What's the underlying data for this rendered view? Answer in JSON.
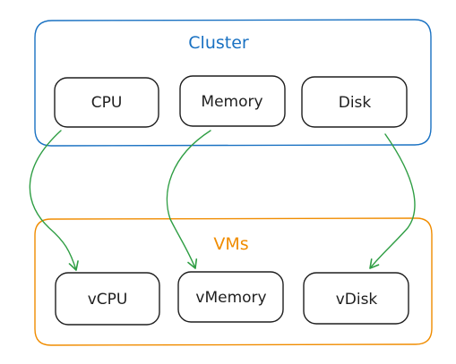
{
  "groups": {
    "cluster": {
      "label": "Cluster",
      "color": "#1971c2"
    },
    "vms": {
      "label": "VMs",
      "color": "#f08c00"
    }
  },
  "nodes": {
    "cpu": "CPU",
    "memory": "Memory",
    "disk": "Disk",
    "vcpu": "vCPU",
    "vmemory": "vMemory",
    "vdisk": "vDisk"
  },
  "edges": [
    {
      "from": "CPU",
      "to": "vCPU"
    },
    {
      "from": "Memory",
      "to": "vMemory"
    },
    {
      "from": "Disk",
      "to": "vDisk"
    }
  ],
  "colors": {
    "arrow": "#2f9e44",
    "node_stroke": "#1e1e1e",
    "node_text": "#1e1e1e"
  }
}
